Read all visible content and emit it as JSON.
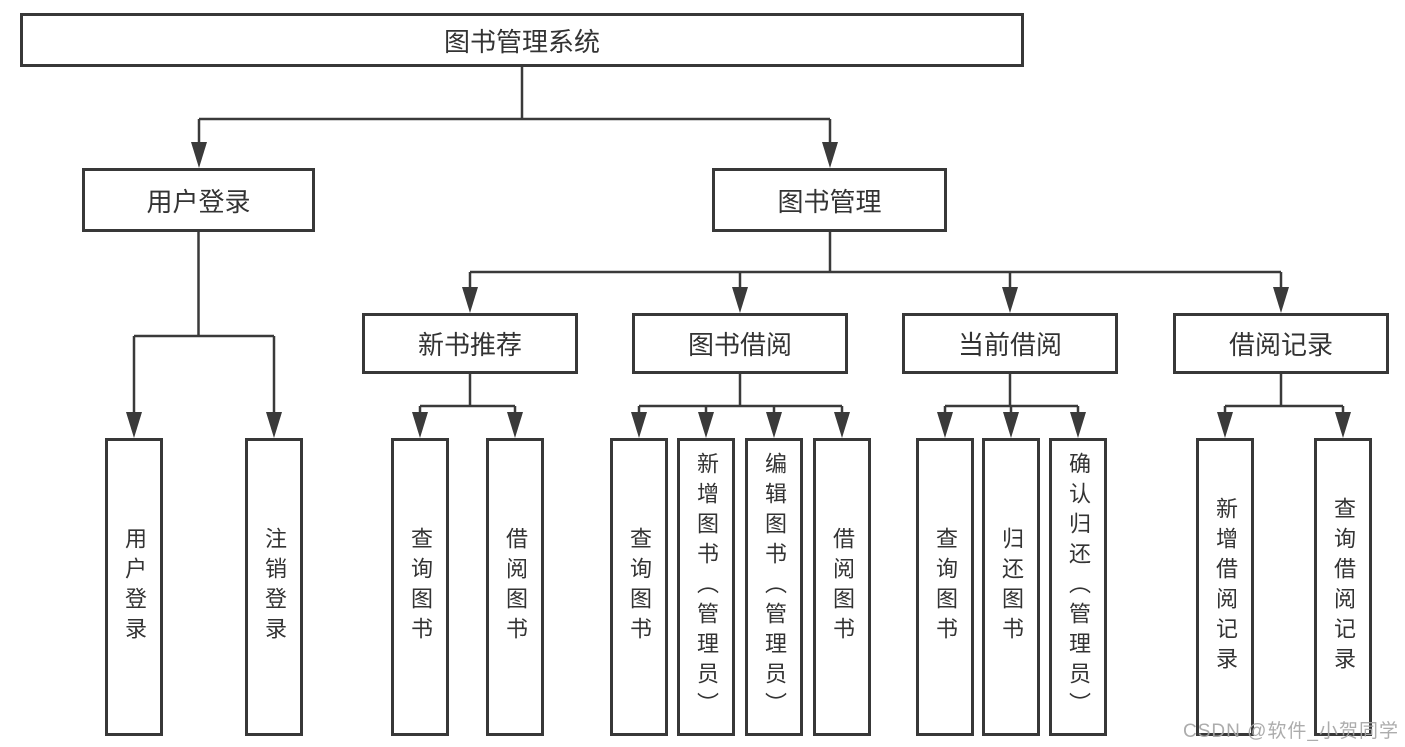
{
  "tree": {
    "root": {
      "label": "图书管理系统"
    },
    "children": [
      {
        "label": "用户登录",
        "children": [
          {
            "label": "用户登录"
          },
          {
            "label": "注销登录"
          }
        ]
      },
      {
        "label": "图书管理",
        "children": [
          {
            "label": "新书推荐",
            "children": [
              {
                "label": "查询图书"
              },
              {
                "label": "借阅图书"
              }
            ]
          },
          {
            "label": "图书借阅",
            "children": [
              {
                "label": "查询图书"
              },
              {
                "label": "新增图书（管理员）"
              },
              {
                "label": "编辑图书（管理员）"
              },
              {
                "label": "借阅图书"
              }
            ]
          },
          {
            "label": "当前借阅",
            "children": [
              {
                "label": "查询图书"
              },
              {
                "label": "归还图书"
              },
              {
                "label": "确认归还（管理员）"
              }
            ]
          },
          {
            "label": "借阅记录",
            "children": [
              {
                "label": "新增借阅记录"
              },
              {
                "label": "查询借阅记录"
              }
            ]
          }
        ]
      }
    ]
  },
  "watermark": {
    "text": "CSDN @软件_小贺同学"
  },
  "colors": {
    "line": "#3a3a3a",
    "border": "#383838",
    "text": "#333333",
    "watermark": "#a6a6a6",
    "background": "#ffffff"
  }
}
